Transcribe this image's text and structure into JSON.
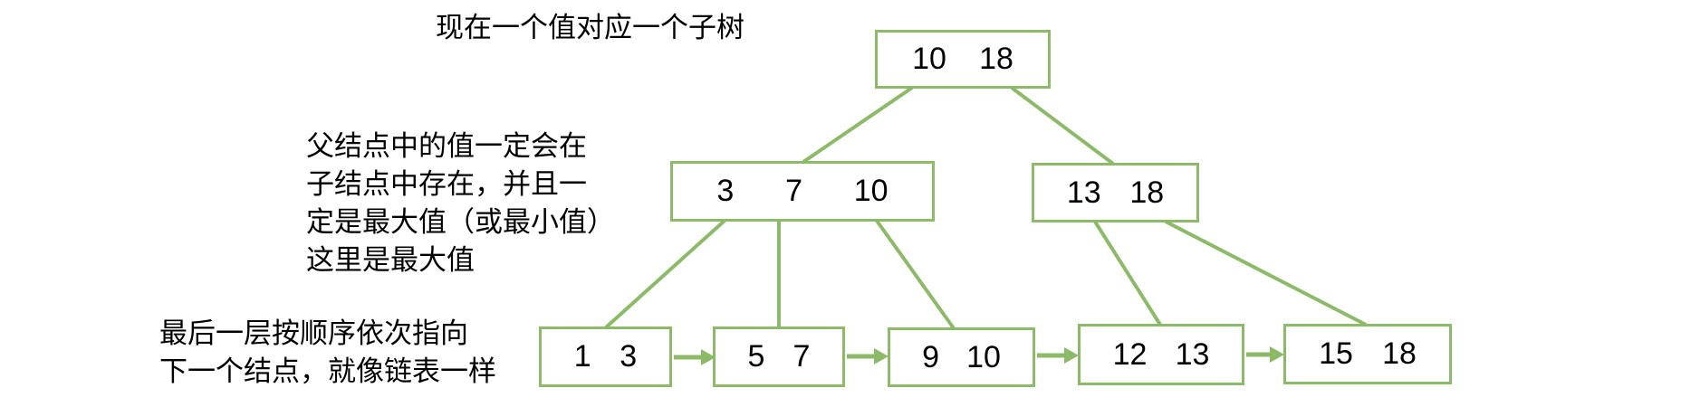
{
  "diagram": {
    "background": "#ffffff",
    "accent_green": "#8dba68",
    "text_color": "#000000"
  },
  "annotations": {
    "top_note": "现在一个值对应一个子树",
    "parent_note_lines": [
      "父结点中的值一定会在",
      "子结点中存在，并且一",
      "定是最大值（或最小值）",
      "这里是最大值"
    ],
    "leaf_note_lines": [
      "最后一层按顺序依次指向",
      "下一个结点，就像链表一样"
    ]
  },
  "tree": {
    "root": {
      "values": [
        "10",
        "18"
      ]
    },
    "internal": [
      {
        "values": [
          "3",
          "7",
          "10"
        ]
      },
      {
        "values": [
          "13",
          "18"
        ]
      }
    ],
    "leaves": [
      {
        "values": [
          "1",
          "3"
        ]
      },
      {
        "values": [
          "5",
          "7"
        ]
      },
      {
        "values": [
          "9",
          "10"
        ]
      },
      {
        "values": [
          "12",
          "13"
        ]
      },
      {
        "values": [
          "15",
          "18"
        ]
      }
    ]
  }
}
